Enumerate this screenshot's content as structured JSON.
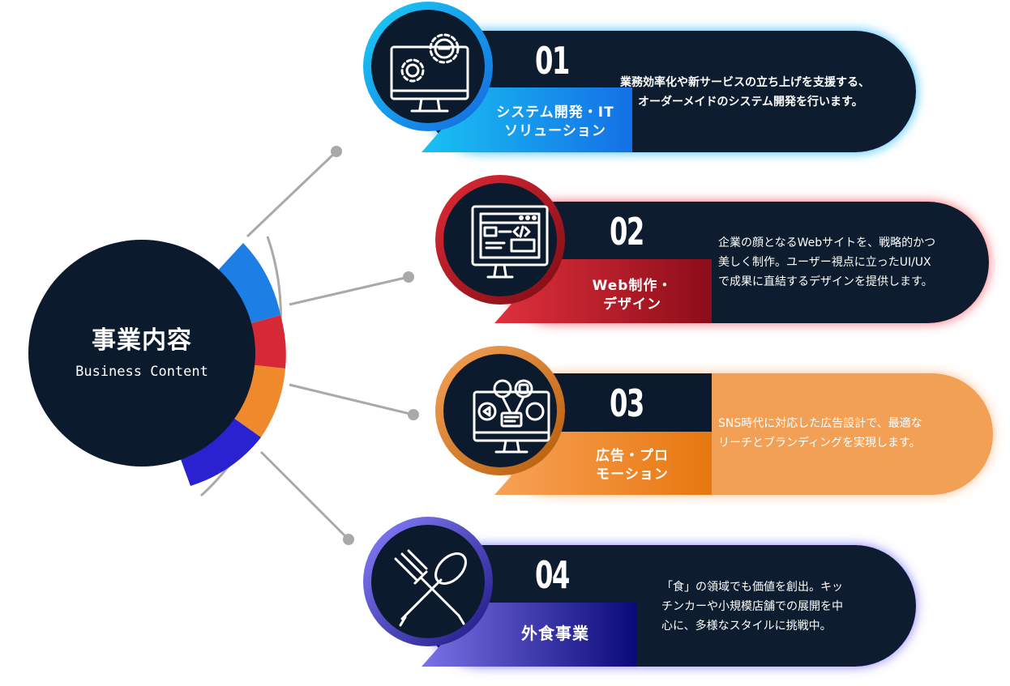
{
  "hub": {
    "title": "事業内容",
    "subtitle": "Business Content"
  },
  "items": [
    {
      "number": "01",
      "label_line1": "システム開発・IT",
      "label_line2": "ソリューション",
      "desc_line1": "業務効率化や新サービスの立ち上げを支援する、",
      "desc_line2": "オーダーメイドのシステム開発を行います。",
      "desc_line3": "",
      "icon": "monitor-gears-icon",
      "color": "#1a8fe8"
    },
    {
      "number": "02",
      "label_line1": "Web制作・",
      "label_line2": "デザイン",
      "desc_line1": "企業の顔となるWebサイトを、戦略的かつ",
      "desc_line2": "美しく制作。ユーザー視点に立ったUI/UX",
      "desc_line3": "で成果に直結するデザインを提供します。",
      "icon": "web-code-icon",
      "color": "#c8192a"
    },
    {
      "number": "03",
      "label_line1": "広告・プロ",
      "label_line2": "モーション",
      "desc_line1": "SNS時代に対応した広告設計で、最適な",
      "desc_line2": "リーチとブランディングを実現します。",
      "desc_line3": "",
      "icon": "social-media-monitor-icon",
      "color": "#f0a35a"
    },
    {
      "number": "04",
      "label_line1": "外食事業",
      "label_line2": "",
      "desc_line1": "「食」の領域でも価値を創出。キッ",
      "desc_line2": "チンカーや小規模店舗での展開を中",
      "desc_line3": "心に、多様なスタイルに挑戦中。",
      "icon": "fork-spoon-icon",
      "color": "#3b2fc9"
    }
  ]
}
